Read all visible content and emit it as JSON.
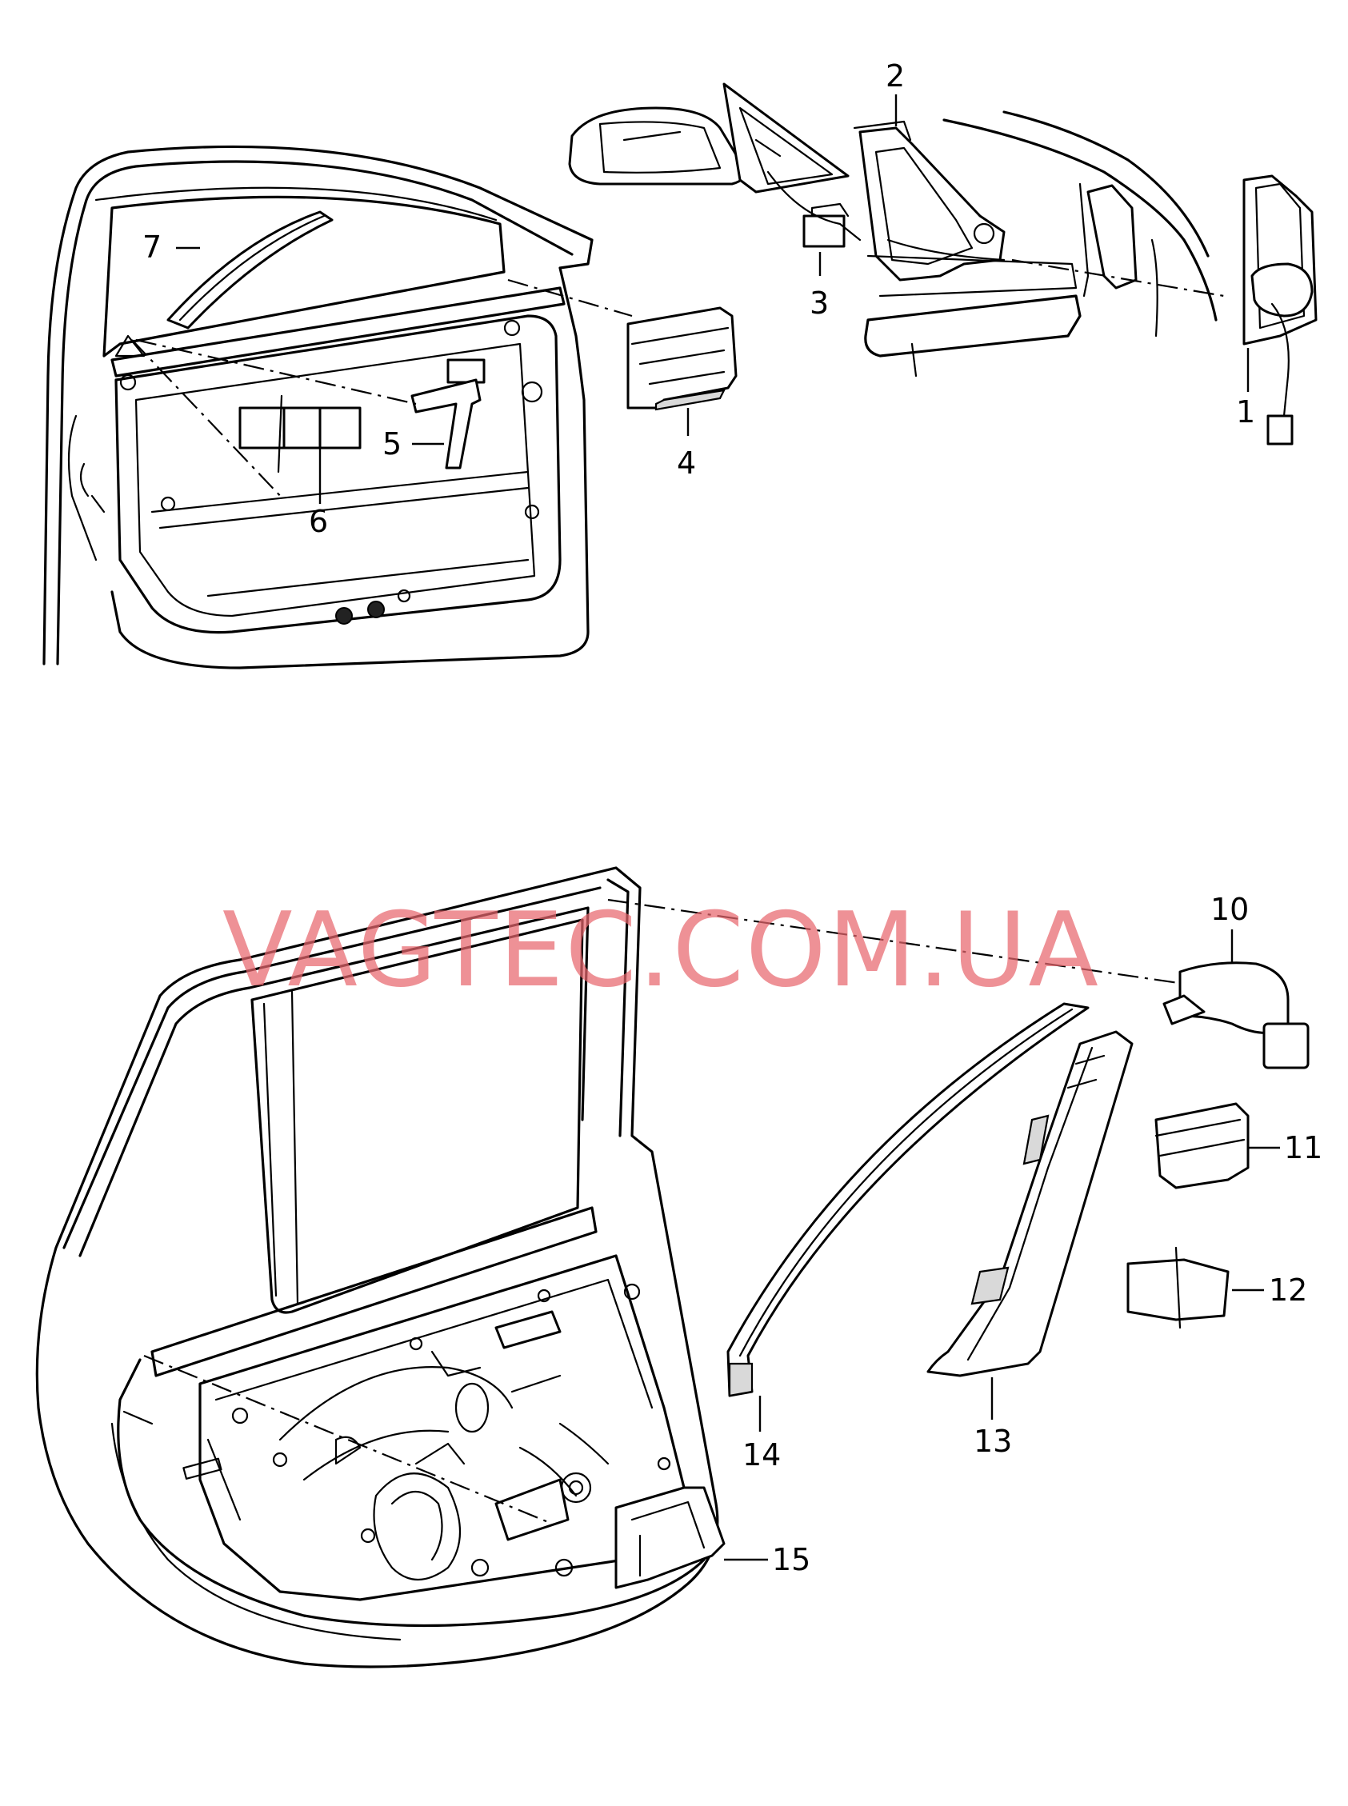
{
  "watermark": "VAGTEC.COM.UA",
  "callouts": {
    "c1": "1",
    "c2": "2",
    "c3": "3",
    "c4": "4",
    "c5": "5",
    "c6": "6",
    "c7": "7",
    "c10": "10",
    "c11": "11",
    "c12": "12",
    "c13": "13",
    "c14": "14",
    "c15": "15"
  }
}
